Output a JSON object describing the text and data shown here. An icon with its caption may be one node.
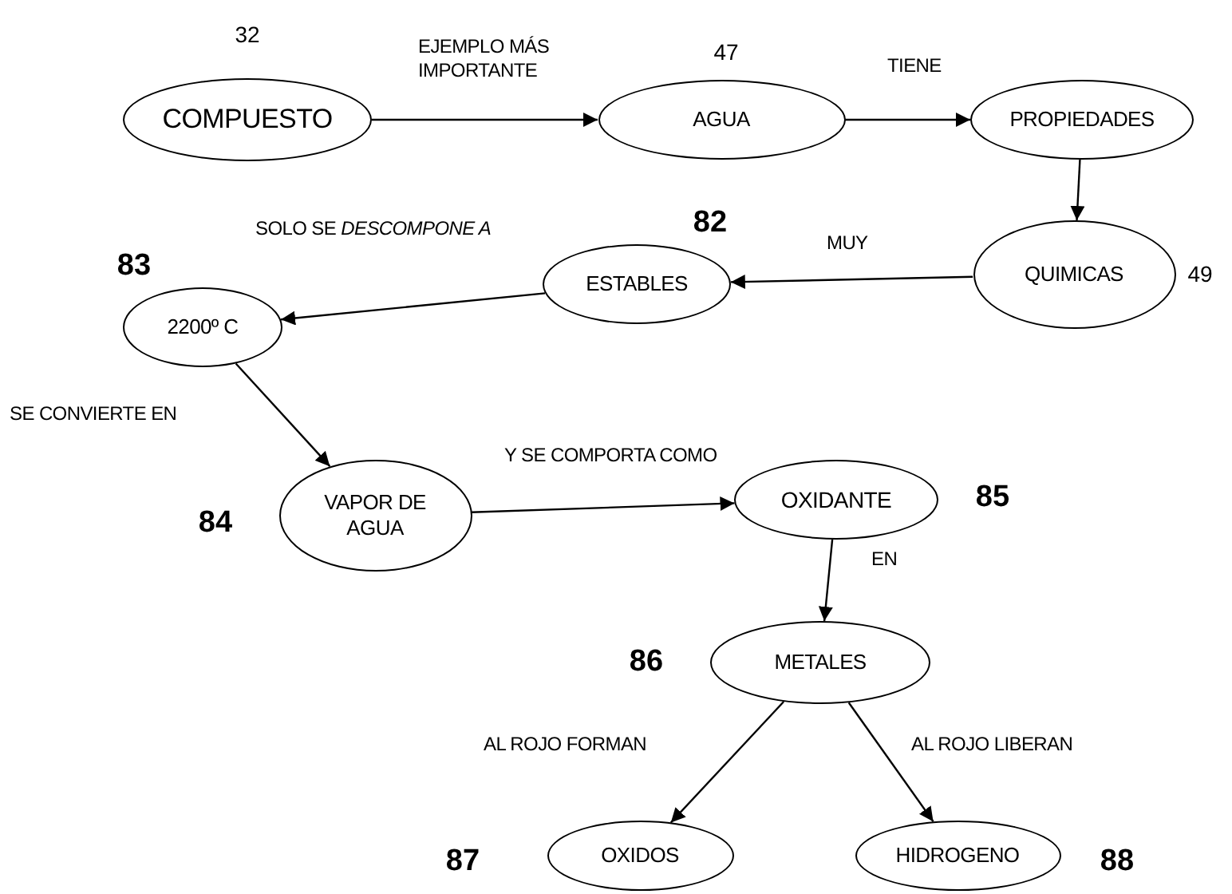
{
  "diagram": {
    "nodes": [
      {
        "text": [
          "COMPUESTO"
        ],
        "beside": [
          "32"
        ]
      },
      {
        "text": [
          "AGUA"
        ],
        "beside": [
          "47"
        ]
      },
      {
        "text": [
          "PROPIEDADES"
        ]
      },
      {
        "text": [
          "QUIMICAS"
        ],
        "beside": [
          "49"
        ]
      },
      {
        "text": [
          "ESTABLES"
        ],
        "beside": [
          "82"
        ]
      },
      {
        "text": [
          "2200º C"
        ],
        "beside": [
          "83"
        ]
      },
      {
        "text": [
          "VAPOR DE AGUA"
        ],
        "beside": [
          "84"
        ]
      },
      {
        "text": [
          "OXIDANTE"
        ],
        "beside": [
          "85"
        ]
      },
      {
        "text": [
          "METALES"
        ],
        "beside": [
          "86"
        ]
      },
      {
        "text": [
          "OXIDOS"
        ],
        "beside": [
          "87"
        ]
      },
      {
        "text": [
          "HIDROGENO"
        ],
        "beside": [
          "88"
        ]
      }
    ],
    "edges": [
      {
        "from": 0,
        "to": 1,
        "arrow": "to",
        "label": "EJEMPLO MÁS IMPORTANTE"
      },
      {
        "from": 1,
        "to": 2,
        "arrow": "to",
        "label": "TIENE"
      },
      {
        "from": 2,
        "to": 3,
        "arrow": "to"
      },
      {
        "from": 3,
        "to": 4,
        "arrow": "to",
        "label": "MUY"
      },
      {
        "from": 4,
        "to": 5,
        "arrow": "to",
        "label": "SOLO SE *DESCOMPONE A*"
      },
      {
        "from": 5,
        "to": 6,
        "arrow": "to",
        "label": "SE CONVIERTE EN"
      },
      {
        "from": 6,
        "to": 7,
        "arrow": "to",
        "label": "Y SE COMPORTA COMO"
      },
      {
        "from": 7,
        "to": 8,
        "arrow": "to",
        "label": "EN"
      },
      {
        "from": 8,
        "to": 9,
        "arrow": "to",
        "label": "AL ROJO FORMAN"
      },
      {
        "from": 8,
        "to": 10,
        "arrow": "to",
        "label": "AL ROJO LIBERAN"
      }
    ]
  }
}
